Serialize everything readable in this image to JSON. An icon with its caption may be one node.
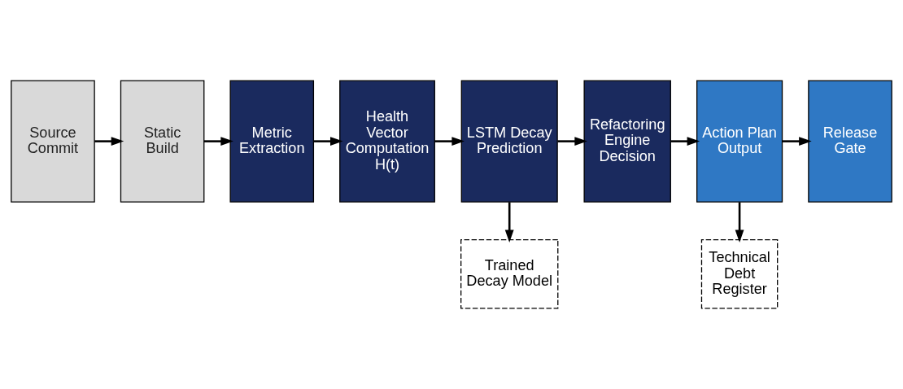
{
  "diagram": {
    "nodes": [
      {
        "text": [
          "Source Commit"
        ]
      },
      {
        "text": [
          "Static Build"
        ]
      },
      {
        "text": [
          "Metric Extraction"
        ]
      },
      {
        "text": [
          "Health Vector Computation H(t)"
        ]
      },
      {
        "text": [
          "LSTM Decay Prediction"
        ]
      },
      {
        "text": [
          "Refactoring Engine Decision"
        ]
      },
      {
        "text": [
          "Action Plan Output"
        ]
      },
      {
        "text": [
          "Release Gate"
        ]
      },
      {
        "text": [
          "Trained Decay Model"
        ]
      },
      {
        "text": [
          "Technical Debt Register"
        ]
      }
    ],
    "edges": [
      {
        "from": 0,
        "to": 1,
        "arrow": "to"
      },
      {
        "from": 1,
        "to": 2,
        "arrow": "to"
      },
      {
        "from": 2,
        "to": 3,
        "arrow": "to"
      },
      {
        "from": 3,
        "to": 4,
        "arrow": "to"
      },
      {
        "from": 4,
        "to": 5,
        "arrow": "to"
      },
      {
        "from": 5,
        "to": 6,
        "arrow": "to"
      },
      {
        "from": 6,
        "to": 7,
        "arrow": "to"
      },
      {
        "from": 4,
        "to": 8,
        "arrow": "to"
      },
      {
        "from": 6,
        "to": 9,
        "arrow": "to"
      }
    ]
  }
}
